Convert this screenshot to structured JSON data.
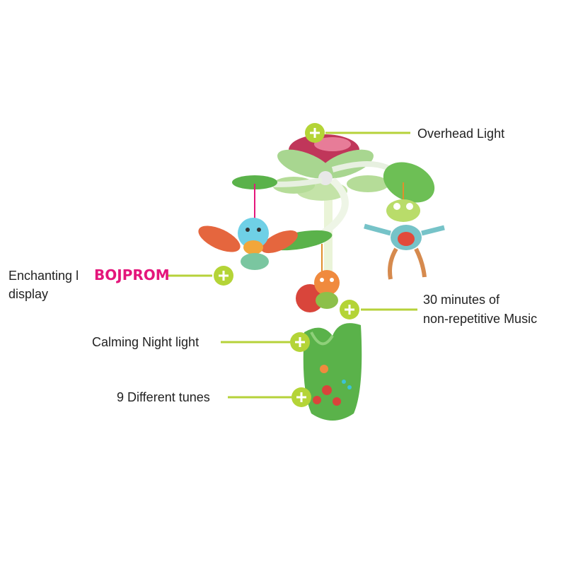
{
  "callouts": {
    "overhead_light": "Overhead Light",
    "enchanting_display_line1": "Enchanting l",
    "enchanting_display_line2": "display",
    "music_line1": "30 minutes of",
    "music_line2": "non-repetitive Music",
    "night_light": "Calming Night light",
    "tunes": "9 Different tunes"
  },
  "watermark": "BOJPROM",
  "icons": [
    "plus-icon",
    "bird-toy",
    "frog-toy",
    "bee-toy",
    "leaf-base"
  ],
  "colors": {
    "callout_line": "#b6d23a",
    "plus_badge": "#b4d437",
    "watermark": "#e4167b",
    "leaf_green": "#5ab24a"
  }
}
